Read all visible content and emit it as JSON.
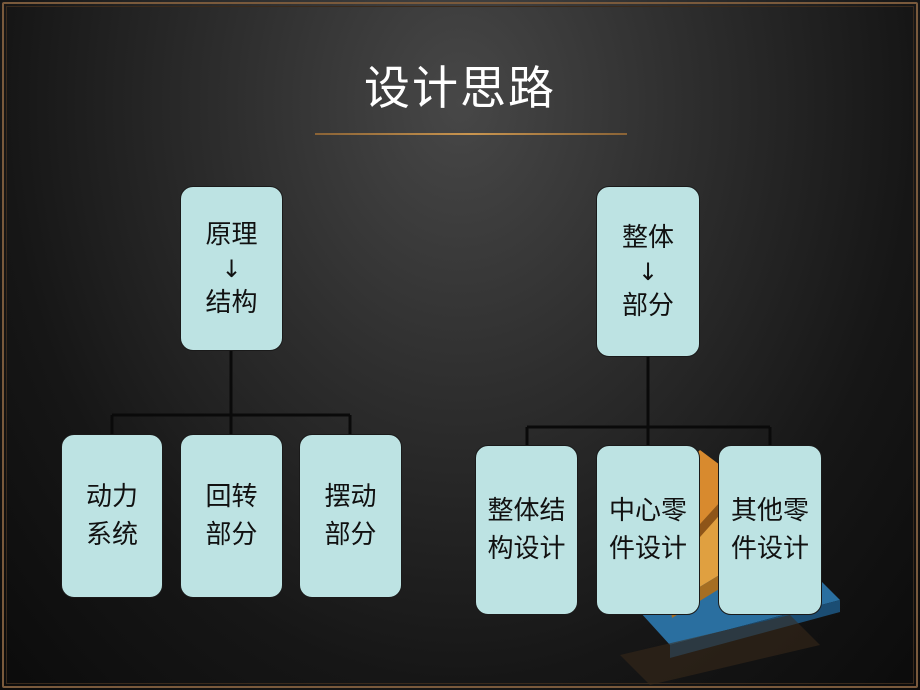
{
  "title": "设计思路",
  "left_tree": {
    "root": {
      "top": "原理",
      "arrow": "↓",
      "bottom": "结构"
    },
    "children": [
      {
        "line1": "动力",
        "line2": "系统"
      },
      {
        "line1": "回转",
        "line2": "部分"
      },
      {
        "line1": "摆动",
        "line2": "部分"
      }
    ]
  },
  "right_tree": {
    "root": {
      "top": "整体",
      "arrow": "↓",
      "bottom": "部分"
    },
    "children": [
      {
        "line1": "整体结",
        "line2": "构设计"
      },
      {
        "line1": "中心零",
        "line2": "件设计"
      },
      {
        "line1": "其他零",
        "line2": "件设计"
      }
    ]
  },
  "colors": {
    "node_fill": "#bde3e3",
    "rule": "#c9954f",
    "frame": "#7a5a3c"
  }
}
